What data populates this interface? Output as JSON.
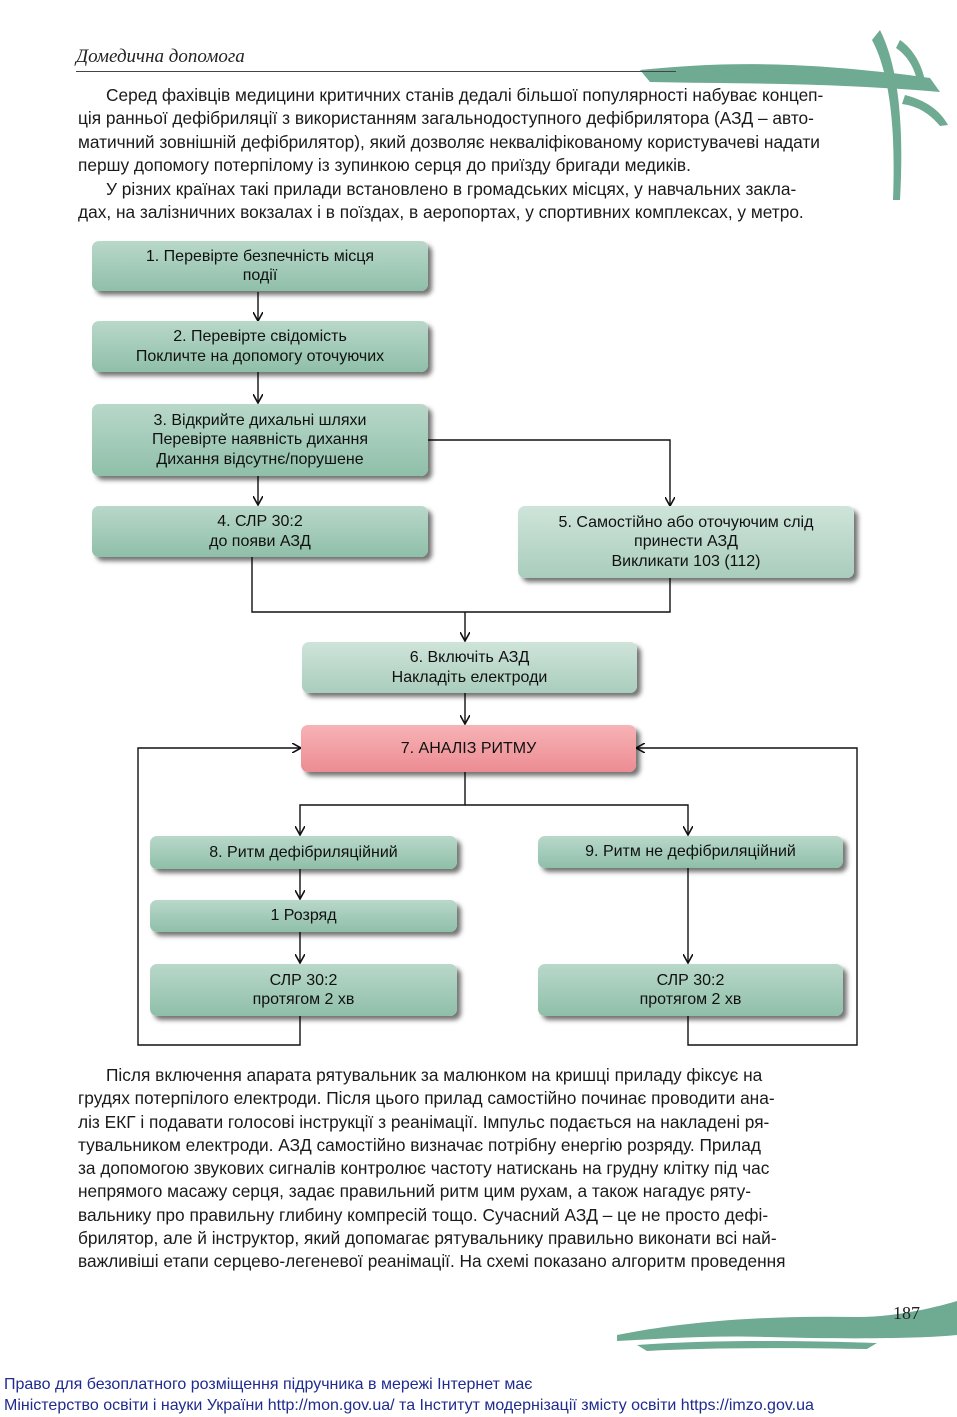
{
  "header": {
    "title": "Домедична допомога"
  },
  "paragraphs": {
    "intro": [
      "Серед фахівців медицини критичних станів дедалі більшої популярності набуває концеп-",
      "ція ранньої дефібриляції з використанням загальнодоступного дефібрилятора (АЗД – авто-",
      "матичний зовнішній дефібрилятор), який дозволяє некваліфікованому користувачеві надати",
      "першу допомогу потерпілому із зупинкою серця до приїзду бригади медиків."
    ],
    "places": [
      "У різних країнах такі прилади встановлено в громадських місцях, у навчальних закла-",
      "дах, на залізничних вокзалах і в поїздах, в аеропортах, у спортивних комплексах, у метро."
    ],
    "after": [
      "Після включення апарата рятувальник за малюнком на кришці приладу фіксує на",
      "грудях потерпілого електроди. Після цього прилад самостійно починає проводити ана-",
      "ліз ЕКГ і подавати голосові інструкції з реанімації. Імпульс подається на накладені ря-",
      "тувальником електроди. АЗД самостійно визначає потрібну енергію розряду. Прилад",
      "за допомогою звукових сигналів контролює частоту натискань на грудну клітку під час",
      "непрямого масажу серця, задає правильний ритм цим рухам, а також нагадує ряту-",
      "вальнику про правильну глибину компресій тощо. Сучасний АЗД – це не просто дефі-",
      "брилятор, але й інструктор, який допомагає рятувальнику правильно виконати всі най-",
      "важливіші етапи серцево-легеневої реанімації. На схемі показано алгоритм проведення"
    ]
  },
  "flowchart": {
    "step1": [
      "1. Перевірте безпечність місця",
      "події"
    ],
    "step2": [
      "2. Перевірте свідомість",
      "Покличте на допомогу оточуючих"
    ],
    "step3": [
      "3. Відкрийте дихальні шляхи",
      "Перевірте наявність дихання",
      "Дихання відсутнє/порушене"
    ],
    "step4": [
      "4. СЛР 30:2",
      "до появи АЗД"
    ],
    "step5": [
      "5. Самостійно або оточуючим слід",
      "принести АЗД",
      "Викликати 103 (112)"
    ],
    "step6": [
      "6. Включіть АЗД",
      "Накладіть електроди"
    ],
    "step7": [
      "7. АНАЛІЗ РИТМУ"
    ],
    "step8": [
      "8. Ритм дефібриляційний"
    ],
    "step9": [
      "9. Ритм не дефібриляційний"
    ],
    "shock": [
      "1 Розряд"
    ],
    "cpr_left": [
      "СЛР 30:2",
      "протягом 2 хв"
    ],
    "cpr_right": [
      "СЛР 30:2",
      "протягом 2 хв"
    ]
  },
  "page_number": "187",
  "footer": {
    "line1": "Право для безоплатного розміщення підручника в мережі Інтернет має",
    "line2": "Міністерство освіти і науки України http://mon.gov.ua/ та Інститут модернізації змісту освіти https://imzo.gov.ua"
  },
  "colors": {
    "box_green": "#9cc7b3",
    "box_red": "#ef969c",
    "decor_teal": "#6faa93",
    "footer_text": "#1f2b8f"
  }
}
